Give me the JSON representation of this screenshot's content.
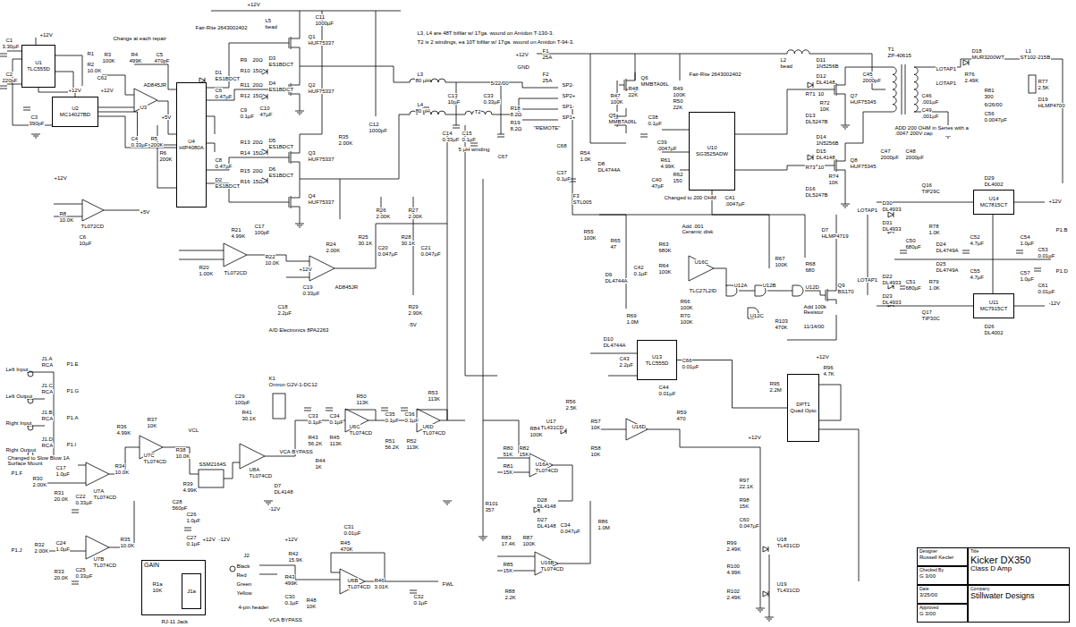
{
  "diagram": {
    "nodes": [
      {
        "text": [
          "U1",
          "TLC555D"
        ]
      },
      {
        "text": [
          "U2",
          "MC14027BD"
        ]
      },
      {
        "text": [
          "U4",
          "HIP4080A"
        ]
      },
      {
        "text": [
          "U10",
          "SG3525ADW"
        ]
      },
      {
        "text": [
          "U13",
          "TLC555D"
        ]
      },
      {
        "text": [
          "DPT1",
          "Quad Opto"
        ]
      },
      {
        "text": [
          "U14",
          "MC7815CT"
        ]
      },
      {
        "text": [
          "U11",
          "MC7915CT"
        ]
      },
      {
        "text": [
          "GAIN"
        ]
      },
      {
        "text": [
          "J1a"
        ],
        "in": 8
      },
      {
        "text": [
          "Designer",
          "Russell Kecler"
        ]
      },
      {
        "text": [
          "Checked By",
          "G 3/00"
        ]
      },
      {
        "text": [
          "Date",
          "3/25/00"
        ]
      },
      {
        "text": [
          "Approved",
          "G 3/00"
        ]
      },
      {
        "text": [
          "Title",
          "Kicker DX350",
          "Class D Amp"
        ]
      },
      {
        "text": [
          "Company",
          "Stillwater Designs"
        ]
      }
    ],
    "edges": [
      {
        "from": 0,
        "to": 1,
        "arrow": "none"
      },
      {
        "from": 1,
        "to": 2,
        "arrow": "none"
      },
      {
        "from": 4,
        "to": 5,
        "arrow": "none"
      }
    ],
    "labels": [
      "+12V",
      "C1",
      "3.30µF",
      "C2",
      "220pF",
      "C3",
      "390pF",
      "R1",
      "R2",
      "10.0K",
      "+12V",
      "Change at each repair",
      "R3",
      "100K",
      "R4",
      "499K",
      "C5",
      "470pF",
      "C62",
      "U3",
      "AD845JR",
      "+12V",
      "+5V",
      "C4",
      "0.33µF",
      "R5",
      "200K",
      "R6",
      "200K",
      "D1",
      "ES1BDCT",
      "C6",
      "0.47µF",
      "C8",
      "0.47µF",
      "D2",
      "ES1BDCT",
      "Fair-Rite 2643002402",
      "L5",
      "bead",
      "+12V",
      "C11",
      "1000µF",
      "R9",
      "20Ω",
      "R10",
      "15Ω",
      "D3",
      "ES1BDCT",
      "R11",
      "20Ω",
      "R12",
      "15Ω",
      "D4",
      "ES1BDCT",
      "Q1",
      "HUF75337",
      "Q2",
      "HUF75337",
      "C9",
      "0.1µF",
      "C10",
      "47µF",
      "R13",
      "20Ω",
      "R14",
      "15Ω",
      "D5",
      "ES1BDCT",
      "R15",
      "20Ω",
      "R16",
      "15Ω",
      "D6",
      "ES1BDCT",
      "Q3",
      "HUF75337",
      "Q4",
      "HUF75337",
      "R35",
      "2.00K",
      "C12",
      "1000pF",
      "L3, L4 are 48T bifilar w/ 17ga. wound on Amidon T-130-3.",
      "T2 is 2 windings, ea 10T bifilar w/ 17ga. wound on Amidon T-94-3.",
      "L3",
      "80 µH",
      "L4",
      "80 µH",
      "C13",
      "10µF",
      "C14",
      "0.33µF",
      "C15",
      "0.1µF",
      "T2",
      "5 µH winding",
      "C33",
      "0.33µF",
      "5/22/00",
      "R18",
      "8.2Ω",
      "R19",
      "8.2Ω",
      "C67",
      "C68",
      "SP2-",
      "SP2+",
      "SP1-",
      "SP1+",
      "\"REMOTE\"",
      "F1",
      "25A",
      "F2",
      "25A",
      "+12V",
      "GND",
      "Fair-Rite 2643002402",
      "L2",
      "bead",
      "R47",
      "100K",
      "R48",
      "22K",
      "Q6",
      "MMBTA06L",
      "R49",
      "100K",
      "R50",
      "22K",
      "Q5",
      "MMBTA06L",
      "C38",
      "0.1µF",
      "C39",
      ".0047µF",
      "R61",
      "4.99K",
      "R62",
      "150",
      "C40",
      "47pF",
      "Changed to 200 OHM",
      "C41",
      ".0047µF",
      "D11",
      "1N5256B",
      "D12",
      "DL4148",
      "R71",
      "10",
      "R72",
      "10K",
      "Q7",
      "HUF75345",
      "D13",
      "DL5247B",
      "T1",
      "ZP-40615",
      "C45",
      "2000pF",
      "D14",
      "1N5256B",
      "D15",
      "DL4148",
      "R73",
      "10",
      "R74",
      "10K",
      "Q8",
      "HUF75345",
      "D16",
      "DL5247B",
      "C47",
      "2000pF",
      "C48",
      "2000pF",
      "LOTAP1",
      "LOTAP1",
      "C46",
      ".001µF",
      "C49",
      ".001µF",
      "D18",
      "MUR3200WT",
      "L1",
      "ST102-215B",
      "R76",
      "2.49K",
      "R81",
      "300",
      "6/26/00",
      "C56",
      "0.0047µF",
      "R77",
      "2.5K",
      "D19",
      "HLMP4700",
      "ADD 200 OHM in Series with a .0047 200V cap",
      "D7",
      "HLMP4719",
      "LOTAP1",
      "LOTAP1",
      "D29",
      "DL4002",
      "Q16",
      "TIP29C",
      "+12V",
      "D30",
      "DL4933",
      "D31",
      "DL4933",
      "C50",
      "680µF",
      "R78",
      "1.0K",
      "D24",
      "DL4749A",
      "C52",
      "4.7µF",
      "C54",
      "1.0µF",
      "C53",
      "0.01µF",
      "P1.B",
      "P1.D",
      "D25",
      "DL4749A",
      "R79",
      "1.0K",
      "C51",
      "680µF",
      "C55",
      "4.7µF",
      "C57",
      "1.0µF",
      "C61",
      "0.01µF",
      "D22",
      "DL4933",
      "D23",
      "DL4933",
      "Q17",
      "TIP30C",
      "D26",
      "DL4002",
      "-12V",
      "Add .001 Ceramic disk",
      "R63",
      "680K",
      "R64",
      "100K",
      "R65",
      "47",
      "D9",
      "DL4744A",
      "C42",
      "0.1µF",
      "U16C",
      "TLC27L2ID",
      "R66",
      "100K",
      "R67",
      "100K",
      "R68",
      "680",
      "U12A",
      "U12B",
      "U12C",
      "U12D",
      "Q9",
      "BS170",
      "R103",
      "470K",
      "Add 100k Resistor",
      "11/14/00",
      "R69",
      "1.0M",
      "R70",
      "100K",
      "D10",
      "DL4744A",
      "C43",
      "2.2µF",
      "C44",
      "0.01µF",
      "C66",
      "0.01µF",
      "F3",
      "STL005",
      "R54",
      "1.0K",
      "D8",
      "DL4744A",
      "C37",
      "0.1µF",
      "R55",
      "100K",
      "R56",
      "2.5K",
      "U17",
      "TL431CD",
      "R57",
      "10K",
      "R58",
      "10K",
      "R59",
      "470",
      "U16D",
      "R95",
      "2.2M",
      "R96",
      "4.7K",
      "+12V",
      "+12V",
      "R97",
      "22.1K",
      "R98",
      "15K",
      "C60",
      "0.047µF",
      "R99",
      "2.49K",
      "U18",
      "TL431CD",
      "R100",
      "4.99K",
      "U19",
      "TL431CD",
      "R102",
      "2.49K",
      "R84",
      "100K",
      "R80",
      "51K",
      "R82",
      "15K",
      "R81",
      "15K",
      "U16A",
      "TL074CD",
      "D28",
      "DL4148",
      "D27",
      "DL4148",
      "C34",
      "0.047µF",
      "R86",
      "1.0M",
      "R83",
      "17.4K",
      "R87",
      "100K",
      "U16B",
      "TL074CD",
      "R85",
      "15K",
      "R88",
      "2.2K",
      "R101",
      "357",
      "Left Input",
      "J1.A",
      "RCA",
      "P1.E",
      "Left Output",
      "J1.C",
      "RCA",
      "P1.G",
      "Right Input",
      "J1.B",
      "RCA",
      "P1.A",
      "Right Output",
      "J1.D",
      "RCA",
      "P1.I",
      "Changed to Slow Blow 1A Surface Mount",
      "P1.F",
      "R30",
      "2.00K",
      "C17",
      "1.0µF",
      "R31",
      "20.0K",
      "C22",
      "0.33µF",
      "U7A",
      "TL074CD",
      "R34",
      "10.0K",
      "R36",
      "4.99K",
      "R37",
      "10K",
      "U7C",
      "TL074CD",
      "R38",
      "10.0K",
      "R39",
      "4.99K",
      "C28",
      "560pF",
      "VCL",
      "C29",
      "100pF",
      "R41",
      "30.1K",
      "U8A",
      "TL074CD",
      "SSM2164S",
      "K1",
      "Omron G2V-1-DC12",
      "VCA BYPASS",
      "R44",
      "1K",
      "D7",
      "DL4148",
      "-12V",
      "C33",
      "0.1µF",
      "C34",
      "0.1µF",
      "R43",
      "56.2K",
      "R45",
      "113K",
      "R50",
      "113K",
      "U6C",
      "TL074CD",
      "C35",
      "0.1µF",
      "C36",
      "0.1µF",
      "R51",
      "56.2K",
      "R52",
      "113K",
      "R53",
      "113K",
      "U6D",
      "TL074CD",
      "C26",
      "1.0µF",
      "C27",
      "0.1µF",
      "+12V",
      "-12V",
      "R32",
      "2.00K",
      "P1.J",
      "C24",
      "1.0µF",
      "R33",
      "20.0K",
      "C25",
      "0.33µF",
      "U7B",
      "TL074CD",
      "R35",
      "10.0K",
      "R1a",
      "10K",
      "RJ-11 Jack",
      "J2",
      "Black",
      "Red",
      "Green",
      "Yellow",
      "4-pin header",
      "VCA BYPASS",
      "+12V",
      "R42",
      "15.9K",
      "R43",
      "499K",
      "C31",
      "0.01µF",
      "R45",
      "470K",
      "U6B",
      "TL074CD",
      "R46",
      "3.01K",
      "C32",
      "0.1µF",
      "R48",
      "10K",
      "C30",
      "0.1µF",
      "FWL",
      "+12V",
      "R8",
      "10.0K",
      "TL072CD",
      "C6",
      "10µF",
      "+5V",
      "R20",
      "1.00K",
      "R21",
      "4.99K",
      "C17",
      "100pF",
      "TL072CD",
      "R22",
      "10.0K",
      "R24",
      "2.00K",
      "AD845JR",
      "C19",
      "0.33µF",
      "+12V",
      "C18",
      "2.2µF",
      "R25",
      "30.1K",
      "C20",
      "0.047µF",
      "R28",
      "30.1K",
      "C21",
      "0.047µF",
      "R26",
      "2.00K",
      "R27",
      "2.00K",
      "R29",
      "2.90K",
      "-5V",
      "A/D Electronics 8PA2263"
    ]
  }
}
